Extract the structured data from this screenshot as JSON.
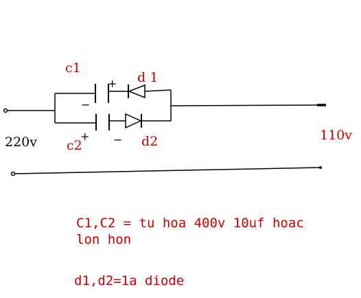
{
  "labels": {
    "c1": "c1",
    "c1_plus": "+",
    "c1_minus": "−",
    "d1": "d 1",
    "c2": "c2",
    "c2_plus": "+",
    "c2_minus": "−",
    "d2": "d2",
    "input_voltage": "220v",
    "output_voltage": "110v"
  },
  "notes": {
    "capacitors_line1": "C1,C2 = tu hoa 400v 10uf hoac",
    "capacitors_line2": "lon hon",
    "diodes": "d1,d2=1a diode"
  },
  "colors": {
    "wire": "#000000",
    "annotation": "#cc0000"
  }
}
